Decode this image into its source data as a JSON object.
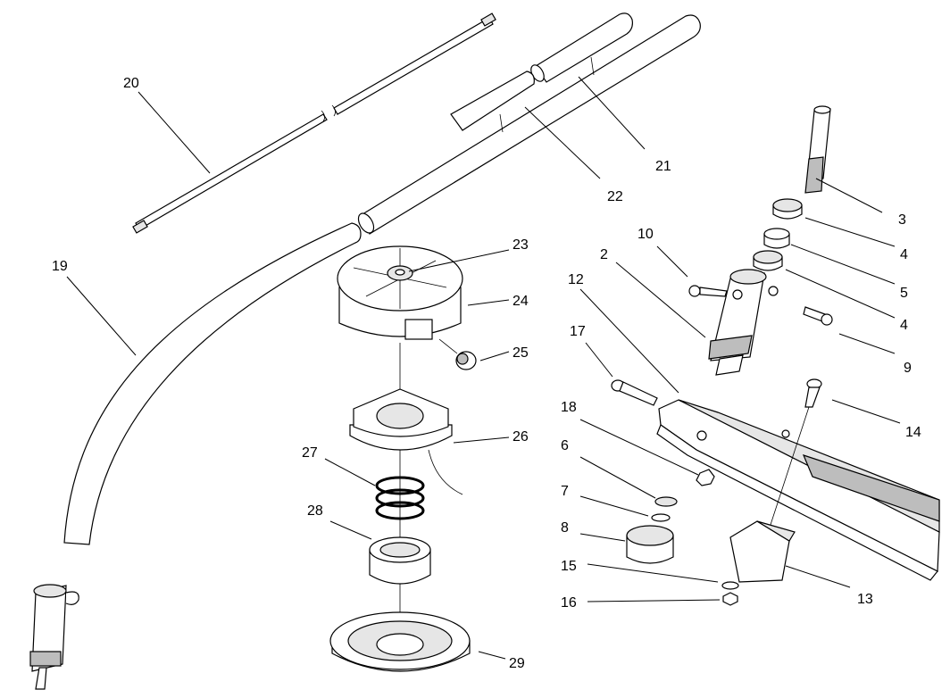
{
  "callouts": {
    "p2": "2",
    "p3": "3",
    "p4a": "4",
    "p4b": "4",
    "p5": "5",
    "p6": "6",
    "p7": "7",
    "p8": "8",
    "p9": "9",
    "p10": "10",
    "p12": "12",
    "p13": "13",
    "p14": "14",
    "p15": "15",
    "p16": "16",
    "p17": "17",
    "p18": "18",
    "p19": "19",
    "p20": "20",
    "p21": "21",
    "p22": "22",
    "p23": "23",
    "p24": "24",
    "p25": "25",
    "p26": "26",
    "p27": "27",
    "p28": "28",
    "p29": "29"
  },
  "colors": {
    "line": "#000000",
    "background": "#ffffff",
    "shade": "#bdbdbd"
  }
}
